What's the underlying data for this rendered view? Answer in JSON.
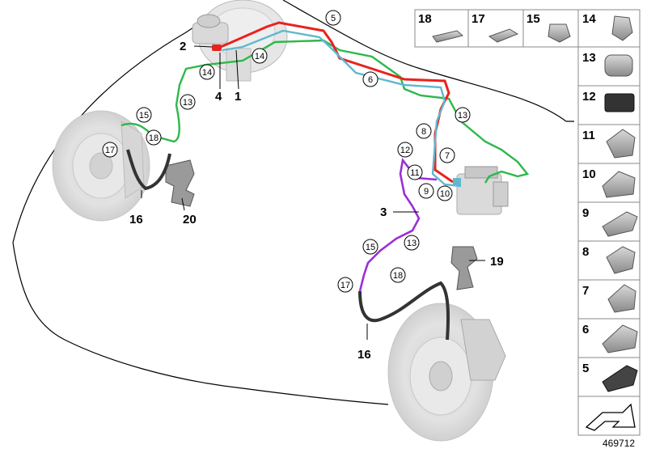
{
  "diagram": {
    "reference_number": "469712",
    "callouts": [
      "1",
      "2",
      "3",
      "4",
      "5",
      "6",
      "7",
      "8",
      "9",
      "10",
      "11",
      "12",
      "13",
      "14",
      "15",
      "16",
      "17",
      "18",
      "19",
      "20"
    ],
    "parts_panel": {
      "top_row": [
        "18",
        "17",
        "15",
        "14"
      ],
      "right_column": [
        "13",
        "12",
        "11",
        "10",
        "9",
        "8",
        "7",
        "6",
        "5"
      ]
    },
    "colors": {
      "red_line": "#e8221e",
      "blue_line": "#5fb8d0",
      "green_line": "#2db84a",
      "purple_line": "#9b2fd6"
    }
  }
}
